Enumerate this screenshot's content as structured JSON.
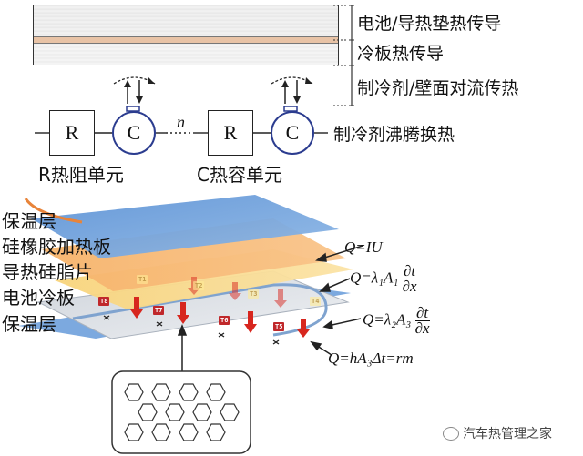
{
  "top_labels": {
    "battery_pad": "电池/导热垫热传导",
    "cold_plate": "冷板热传导",
    "convection": "制冷剂/壁面对流传热",
    "boiling": "制冷剂沸腾换热"
  },
  "circuit": {
    "r_symbol": "R",
    "c_symbol": "C",
    "n_symbol": "n",
    "r_caption": "R热阻单元",
    "c_caption": "C热容单元"
  },
  "layer_labels": {
    "insulation_top": "保温层",
    "heater": "硅橡胶加热板",
    "grease": "导热硅脂片",
    "cold_plate": "电池冷板",
    "insulation_bottom": "保温层"
  },
  "equations": {
    "q1": "Q=IU",
    "q2_left": "Q=λ₁A₁",
    "q3_left": "Q=λ₂A₃",
    "frac_num": "∂t",
    "frac_den": "∂x",
    "q4": "Q=hA₃Δt=rm"
  },
  "sensors": {
    "bottom": [
      "T8",
      "T7",
      "T6",
      "T5"
    ],
    "top": [
      "T1",
      "T2",
      "T3",
      "T4"
    ]
  },
  "watermark": "汽车热管理之家",
  "colors": {
    "blue_layer": "#6fa3dc",
    "orange_layer": "#f4b06a",
    "yellow_layer": "#f8d27a",
    "cold_plate": "#d9dde3",
    "sensor_red": "#c0282b",
    "arrow_red": "#d7261e",
    "circle_blue": "#2b3c8f"
  }
}
